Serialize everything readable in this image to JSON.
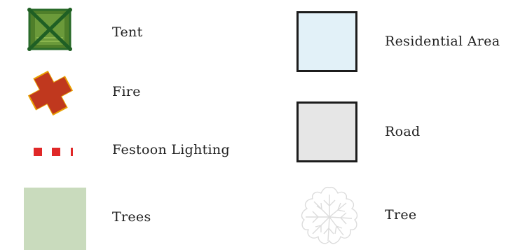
{
  "legend": {
    "items": [
      {
        "label": "Tent",
        "icon": "tent-icon",
        "colors": {
          "fill": "#5c8a32",
          "stroke": "#2a6b2a"
        }
      },
      {
        "label": "Fire",
        "icon": "fire-icon",
        "colors": {
          "fill": "#c0381e",
          "accent": "#e8a000"
        }
      },
      {
        "label": "Festoon Lighting",
        "icon": "festoon-lighting-icon",
        "colors": {
          "fill": "#e02828"
        }
      },
      {
        "label": "Trees",
        "icon": "trees-area-swatch",
        "colors": {
          "fill": "#c9dbbd"
        }
      },
      {
        "label": "Residential Area",
        "icon": "residential-area-swatch",
        "colors": {
          "fill": "#e2f1f8",
          "stroke": "#1c1c1c"
        }
      },
      {
        "label": "Road",
        "icon": "road-swatch",
        "colors": {
          "fill": "#e6e6e6",
          "stroke": "#1c1c1c"
        }
      },
      {
        "label": "Tree",
        "icon": "tree-icon",
        "colors": {
          "stroke": "#e0e0e0"
        }
      }
    ]
  }
}
